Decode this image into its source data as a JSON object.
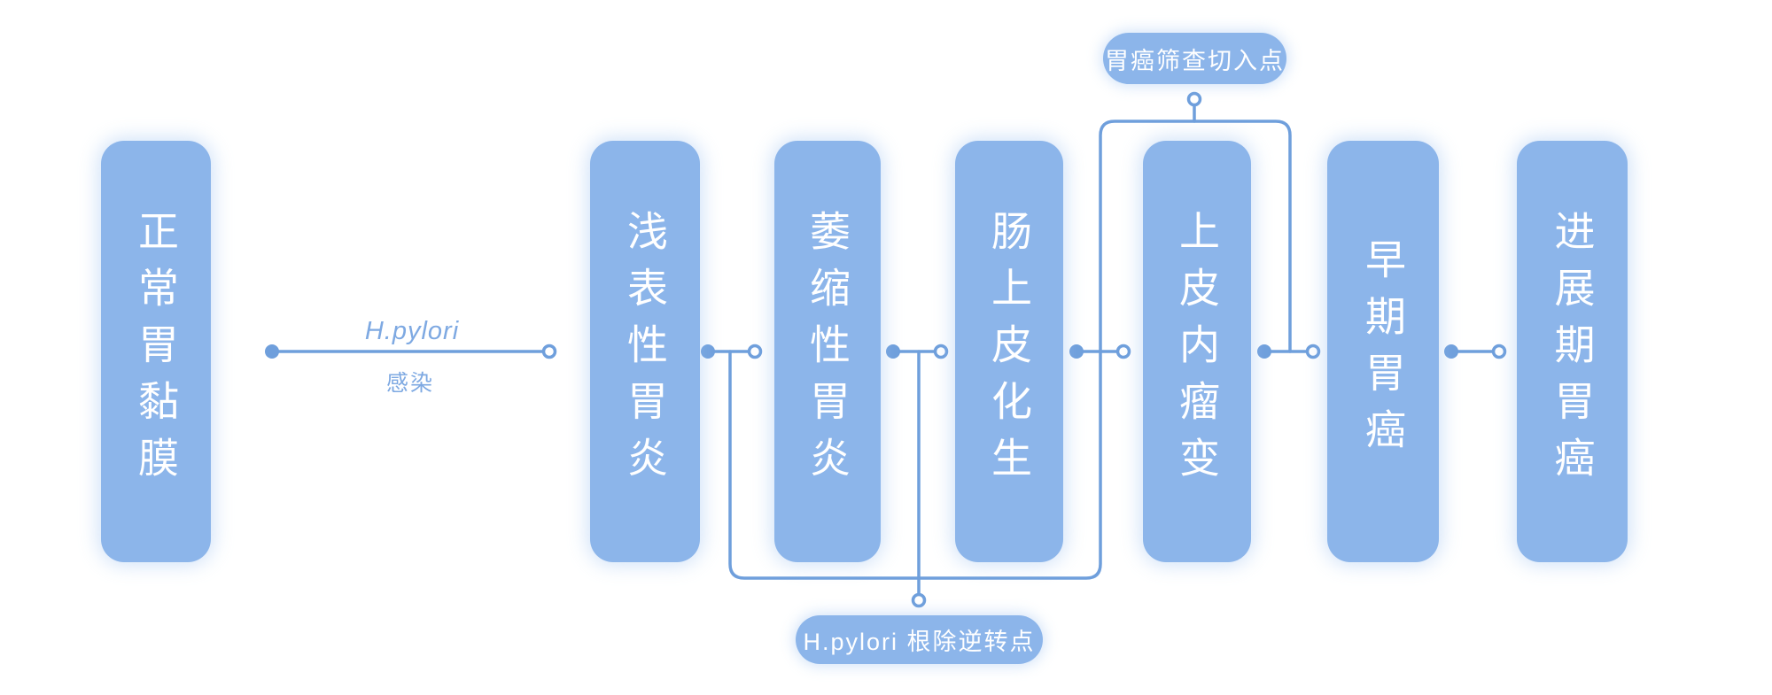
{
  "diagram": {
    "stages": [
      {
        "label": "正常胃黏膜"
      },
      {
        "label": "浅表性胃炎"
      },
      {
        "label": "萎缩性胃炎"
      },
      {
        "label": "肠上皮化生"
      },
      {
        "label": "上皮内瘤变"
      },
      {
        "label": "早期胃癌"
      },
      {
        "label": "进展期胃癌"
      }
    ],
    "edge_label": {
      "line1": "H.pylori",
      "line2": "感染"
    },
    "annotations": {
      "top": "胃癌筛查切入点",
      "bottom": "H.pylori 根除逆转点"
    }
  },
  "colors": {
    "node_fill": "#8cb5ea",
    "line": "#6f9fdc",
    "edge_text": "#7ea9e2",
    "node_text": "#ffffff",
    "background": "#ffffff"
  }
}
